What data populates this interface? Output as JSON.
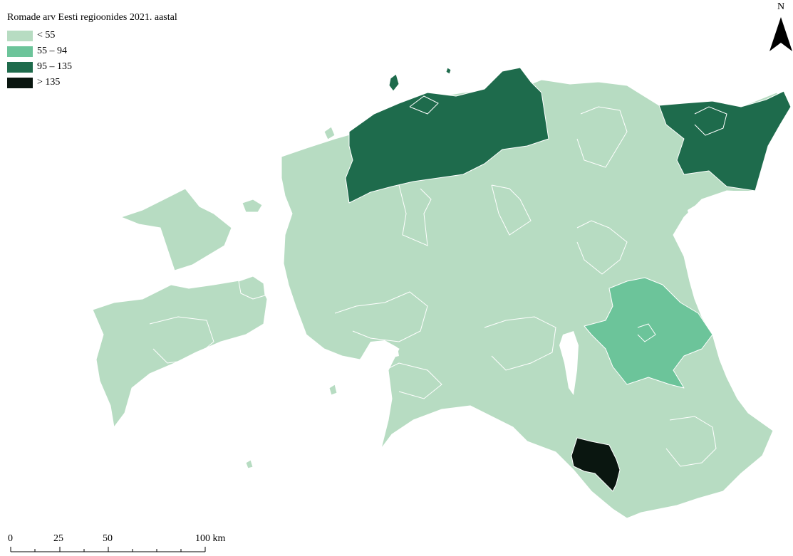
{
  "legend": {
    "title": "Romade arv Eesti regioonides 2021. aastal",
    "items": [
      {
        "label": "< 55",
        "color": "#b7dcc2"
      },
      {
        "label": "55 – 94",
        "color": "#6cc49a"
      },
      {
        "label": "95 – 135",
        "color": "#1e6b4c"
      },
      {
        "label": "> 135",
        "color": "#0a1610"
      }
    ]
  },
  "north_arrow": {
    "letter": "N"
  },
  "scale_bar": {
    "labels": [
      "0",
      "25",
      "50",
      "100 km"
    ]
  },
  "colors": {
    "background": "#ffffff",
    "border": "#ffffff"
  }
}
